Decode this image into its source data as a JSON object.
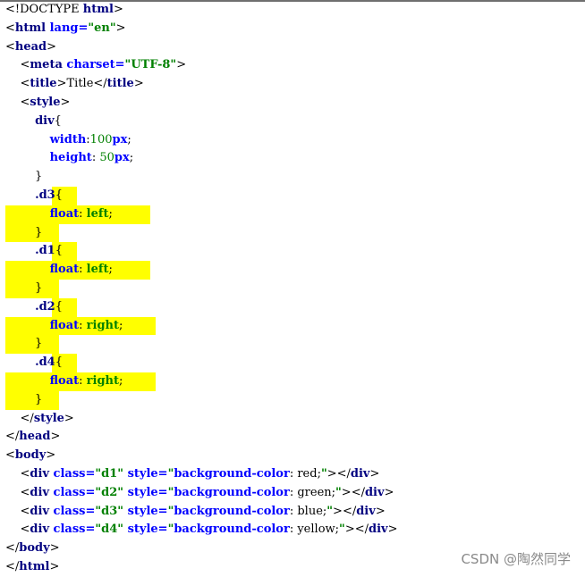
{
  "code": {
    "l1": {
      "a": "<!DOCTYPE ",
      "b": "html",
      "c": ">"
    },
    "l2": {
      "a": "<",
      "b": "html",
      "c": " lang=",
      "d": "\"en\"",
      "e": ">"
    },
    "l3": {
      "a": "<",
      "b": "head",
      "c": ">"
    },
    "l4": {
      "a": "    <",
      "b": "meta",
      "c": " charset=",
      "d": "\"UTF-8\"",
      "e": ">"
    },
    "l5": {
      "a": "    <",
      "b": "title",
      "c": ">Title</",
      "d": "title",
      "e": ">"
    },
    "l6": {
      "a": "    <",
      "b": "style",
      "c": ">"
    },
    "l7": {
      "a": "        ",
      "b": "div",
      "c": "{"
    },
    "l8": {
      "a": "            ",
      "b": "width",
      "c": ":",
      "d": "100",
      "e": "px",
      "f": ";"
    },
    "l9": {
      "a": "            ",
      "b": "height",
      "c": ": ",
      "d": "50",
      "e": "px",
      "f": ";"
    },
    "l10": {
      "a": "        }"
    },
    "l11": {
      "a": "        ",
      "b": ".d3",
      "c": "{"
    },
    "l12": {
      "a": "            ",
      "b": "float",
      "c": ": ",
      "d": "left",
      "e": ";"
    },
    "l13": {
      "a": "        }"
    },
    "l14": {
      "a": "        ",
      "b": ".d1",
      "c": "{"
    },
    "l15": {
      "a": "            ",
      "b": "float",
      "c": ": ",
      "d": "left",
      "e": ";"
    },
    "l16": {
      "a": "        }"
    },
    "l17": {
      "a": "        ",
      "b": ".d2",
      "c": "{"
    },
    "l18": {
      "a": "            ",
      "b": "float",
      "c": ": ",
      "d": "right",
      "e": ";"
    },
    "l19": {
      "a": "        }"
    },
    "l20": {
      "a": "        ",
      "b": ".d4",
      "c": "{"
    },
    "l21": {
      "a": "            ",
      "b": "float",
      "c": ": ",
      "d": "right",
      "e": ";"
    },
    "l22": {
      "a": "        }"
    },
    "l23": {
      "a": "    </",
      "b": "style",
      "c": ">"
    },
    "l24": {
      "a": "</",
      "b": "head",
      "c": ">"
    },
    "l25": {
      "a": "<",
      "b": "body",
      "c": ">"
    },
    "l26": {
      "a": "    <",
      "b": "div",
      "c": " class=",
      "d": "\"d1\"",
      "e": " style=",
      "f": "\"",
      "g": "background-color",
      "h": ": red;",
      "i": "\"",
      "j": "></",
      "k": "div",
      "l": ">"
    },
    "l27": {
      "a": "    <",
      "b": "div",
      "c": " class=",
      "d": "\"d2\"",
      "e": " style=",
      "f": "\"",
      "g": "background-color",
      "h": ": green;",
      "i": "\"",
      "j": "></",
      "k": "div",
      "l": ">"
    },
    "l28": {
      "a": "    <",
      "b": "div",
      "c": " class=",
      "d": "\"d3\"",
      "e": " style=",
      "f": "\"",
      "g": "background-color",
      "h": ": blue;",
      "i": "\"",
      "j": "></",
      "k": "div",
      "l": ">"
    },
    "l29": {
      "a": "    <",
      "b": "div",
      "c": " class=",
      "d": "\"d4\"",
      "e": " style=",
      "f": "\"",
      "g": "background-color",
      "h": ": yellow;",
      "i": "\"",
      "j": "></",
      "k": "div",
      "l": ">"
    },
    "l30": {
      "a": "</",
      "b": "body",
      "c": ">"
    },
    "l31": {
      "a": "</",
      "b": "html",
      "c": ">"
    }
  },
  "watermark": "CSDN @陶然同学",
  "colors": {
    "highlight": "#ffff00",
    "tag": "#000080",
    "attribute": "#0000ff",
    "value": "#008000"
  }
}
